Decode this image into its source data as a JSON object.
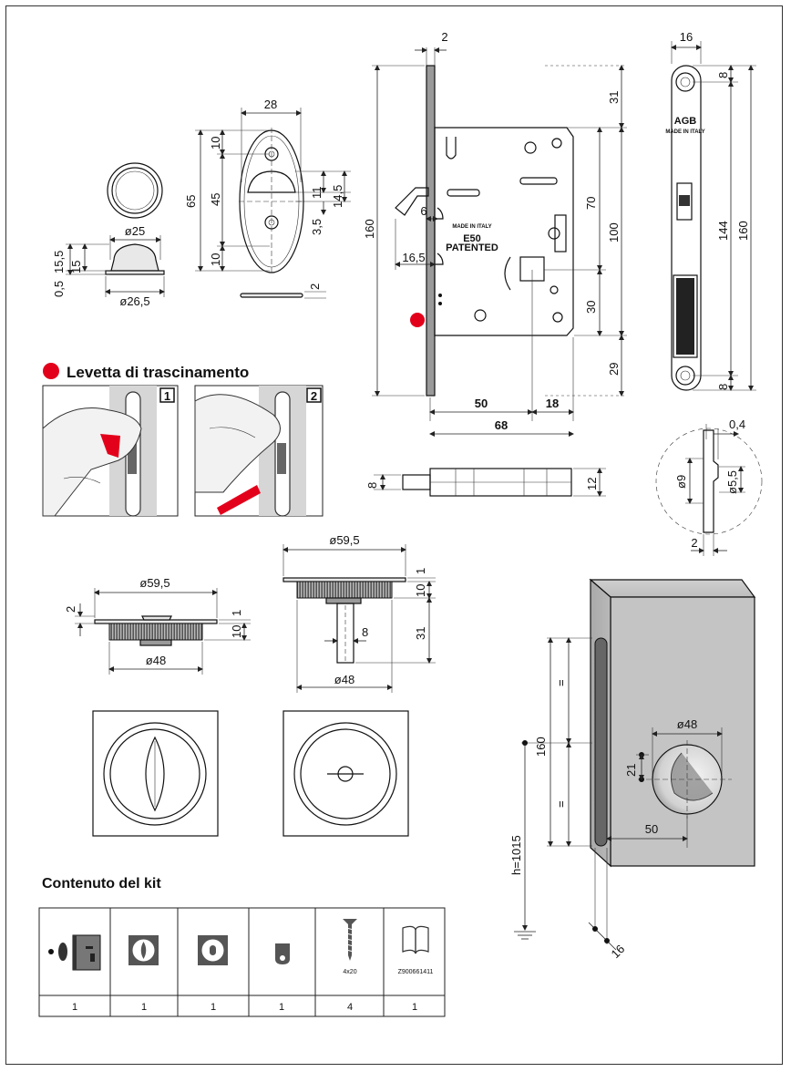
{
  "lever": {
    "title": "Levetta di trascinamento",
    "step1": "1",
    "step2": "2",
    "dot_color": "#e3001b"
  },
  "strike": {
    "dia_top": "ø25",
    "dia_bot": "ø26,5",
    "h1": "15,5",
    "h2": "15",
    "h3": "0,5"
  },
  "rosette": {
    "w": "28",
    "h_total": "65",
    "d10a": "10",
    "d45": "45",
    "d10b": "10",
    "d11": "11",
    "d14_5": "14,5",
    "d3_5": "3,5",
    "thk": "2"
  },
  "lock": {
    "d2": "2",
    "d31": "31",
    "d160": "160",
    "d70": "70",
    "d100": "100",
    "d30": "30",
    "d29": "29",
    "d6": "6",
    "d16_5": "16,5",
    "d50": "50",
    "d18": "18",
    "d68": "68",
    "made": "MADE IN ITALY",
    "model": "E50",
    "patented": "PATENTED"
  },
  "faceplate": {
    "d16": "16",
    "d8a": "8",
    "d144": "144",
    "d160": "160",
    "d8b": "8",
    "brand": "AGB",
    "made": "MADE IN ITALY"
  },
  "bolt": {
    "d8": "8",
    "d12": "12"
  },
  "detail": {
    "d0_4": "0,4",
    "d9": "ø9",
    "d5_5": "ø5,5",
    "d2": "2"
  },
  "handle_a": {
    "dia": "ø59,5",
    "d2": "2",
    "d1": "1",
    "d10": "10",
    "base": "ø48"
  },
  "handle_b": {
    "dia": "ø59,5",
    "d1": "1",
    "d10": "10",
    "d31": "31",
    "d8": "8",
    "base": "ø48"
  },
  "door": {
    "dia": "ø48",
    "d21": "21",
    "d160": "160",
    "eq1": "=",
    "eq2": "=",
    "d50": "50",
    "height": "h=1015",
    "d16": "16"
  },
  "kit": {
    "title": "Contenuto del kit",
    "items": [
      {
        "icon": "lock-body-icon",
        "qty": "1"
      },
      {
        "icon": "privacy-knob-icon",
        "qty": "1"
      },
      {
        "icon": "release-knob-icon",
        "qty": "1"
      },
      {
        "icon": "lever-tab-icon",
        "qty": "1"
      },
      {
        "icon": "screw-icon",
        "label": "4x20",
        "qty": "4"
      },
      {
        "icon": "manual-icon",
        "label": "Z900661411",
        "qty": "1"
      }
    ]
  }
}
